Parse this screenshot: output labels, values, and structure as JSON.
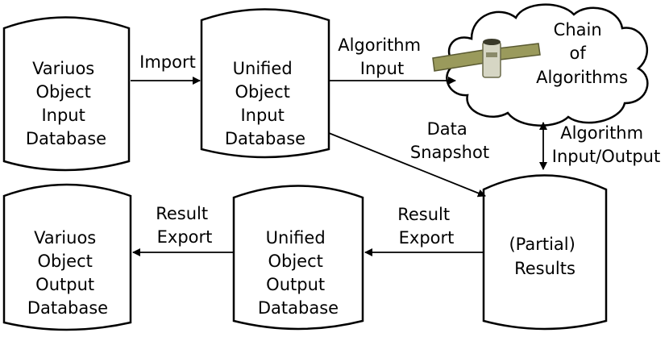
{
  "nodes": {
    "various_input_db": {
      "lines": [
        "Variuos",
        "Object",
        "Input",
        "Database"
      ]
    },
    "unified_input_db": {
      "lines": [
        "Unified",
        "Object",
        "Input",
        "Database"
      ]
    },
    "chain": {
      "lines": [
        "Chain",
        "of",
        "Algorithms"
      ],
      "icon": "satellite-icon"
    },
    "partial_results": {
      "lines": [
        "(Partial)",
        "Results"
      ]
    },
    "unified_output_db": {
      "lines": [
        "Unified",
        "Object",
        "Output",
        "Database"
      ]
    },
    "various_output_db": {
      "lines": [
        "Variuos",
        "Object",
        "Output",
        "Database"
      ]
    }
  },
  "edges": {
    "import": {
      "lines": [
        "Import"
      ]
    },
    "algorithm_input": {
      "lines": [
        "Algorithm",
        "Input"
      ]
    },
    "data_snapshot": {
      "lines": [
        "Data",
        "Snapshot"
      ]
    },
    "algorithm_io": {
      "lines": [
        "Algorithm",
        "Input/Output"
      ]
    },
    "result_export_1": {
      "lines": [
        "Result",
        "Export"
      ]
    },
    "result_export_2": {
      "lines": [
        "Result",
        "Export"
      ]
    }
  },
  "colors": {
    "stroke": "#000000",
    "background": "#ffffff",
    "satellite_panel": "#9a9a5c",
    "satellite_body": "#d6d6c4"
  }
}
